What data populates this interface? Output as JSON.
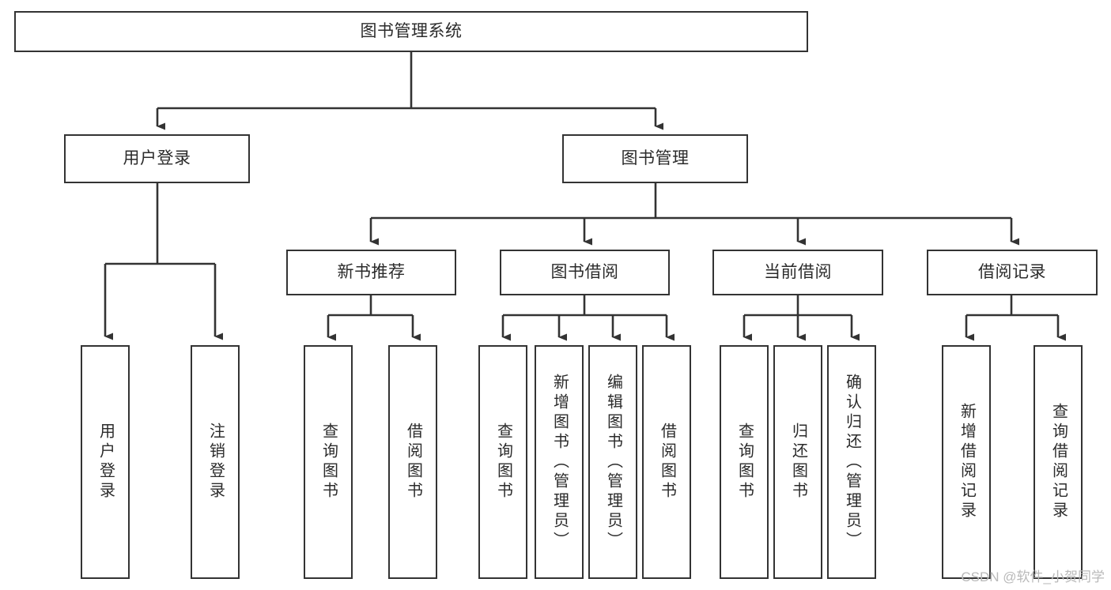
{
  "diagram": {
    "title": "图书管理系统",
    "type": "tree-hierarchy-chart",
    "watermark": "CSDN @软件_小贺同学",
    "colors": {
      "box_border": "#333333",
      "box_fill": "#ffffff",
      "connector": "#333333",
      "text": "#2b2b2b",
      "watermark": "#b9b9b9",
      "background": "#ffffff"
    },
    "root": {
      "label": "图书管理系统",
      "level": 0
    },
    "level2": [
      {
        "id": "user-login",
        "label": "用户登录"
      },
      {
        "id": "book-management",
        "label": "图书管理"
      }
    ],
    "level3": [
      {
        "id": "new-book-recommend",
        "label": "新书推荐",
        "parent": "book-management"
      },
      {
        "id": "book-borrow",
        "label": "图书借阅",
        "parent": "book-management"
      },
      {
        "id": "current-borrow",
        "label": "当前借阅",
        "parent": "book-management"
      },
      {
        "id": "borrow-record",
        "label": "借阅记录",
        "parent": "book-management"
      }
    ],
    "leaves": {
      "user-login": [
        {
          "id": "leaf-user-login",
          "label": "用户登录"
        },
        {
          "id": "leaf-user-logout",
          "label": "注销登录"
        }
      ],
      "new-book-recommend": [
        {
          "id": "leaf-query-book-1",
          "label": "查询图书"
        },
        {
          "id": "leaf-borrow-book-1",
          "label": "借阅图书"
        }
      ],
      "book-borrow": [
        {
          "id": "leaf-query-book-2",
          "label": "查询图书"
        },
        {
          "id": "leaf-add-book",
          "label": "新增图书（管理员）"
        },
        {
          "id": "leaf-edit-book",
          "label": "编辑图书（管理员）"
        },
        {
          "id": "leaf-borrow-book-2",
          "label": "借阅图书"
        }
      ],
      "current-borrow": [
        {
          "id": "leaf-query-book-3",
          "label": "查询图书"
        },
        {
          "id": "leaf-return-book",
          "label": "归还图书"
        },
        {
          "id": "leaf-confirm-return",
          "label": "确认归还（管理员）"
        }
      ],
      "borrow-record": [
        {
          "id": "leaf-add-record",
          "label": "新增借阅记录"
        },
        {
          "id": "leaf-query-record",
          "label": "查询借阅记录"
        }
      ]
    }
  }
}
